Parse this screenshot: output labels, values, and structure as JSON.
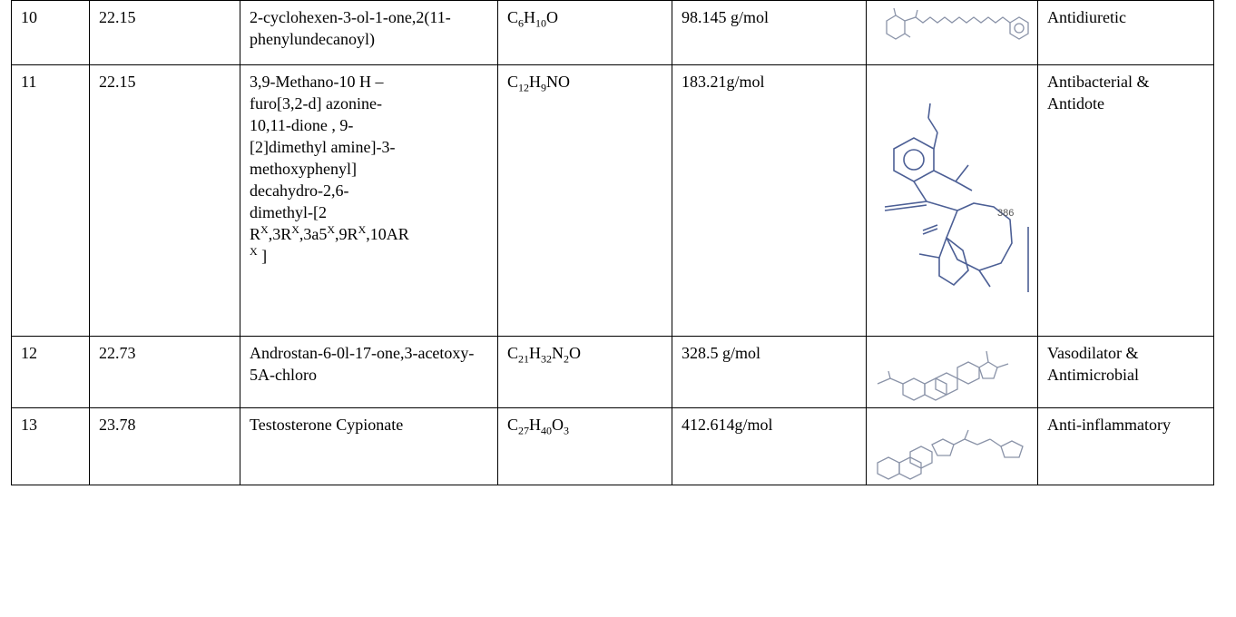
{
  "rows": [
    {
      "no": "10",
      "rt": "22.15",
      "name": "2-cyclohexen-3-ol-1-one,2(11-phenylundecanoyl)",
      "formula": [
        {
          "t": "C"
        },
        {
          "t": "6",
          "sub": true
        },
        {
          "t": "H"
        },
        {
          "t": "10",
          "sub": true
        },
        {
          "t": "O"
        }
      ],
      "mw": "98.145 g/mol",
      "activity": "Antidiuretic"
    },
    {
      "no": "11",
      "rt": "22.15",
      "name_lines": [
        "3,9-Methano-10 H –",
        "furo[3,2-d] azonine-",
        "10,11-dione , 9-",
        "[2]dimethyl amine]-3-",
        "methoxyphenyl]",
        "decahydro-2,6-",
        "dimethyl-[2"
      ],
      "name_stereo": [
        {
          "t": "R"
        },
        {
          "t": "X",
          "sup": true
        },
        {
          "t": ",3R"
        },
        {
          "t": "X",
          "sup": true
        },
        {
          "t": ",3a5"
        },
        {
          "t": "X",
          "sup": true
        },
        {
          "t": ",9R"
        },
        {
          "t": "X",
          "sup": true
        },
        {
          "t": ",10AR"
        }
      ],
      "name_tail": [
        {
          "t": "X",
          "sup": true
        },
        {
          "t": " ]"
        }
      ],
      "formula": [
        {
          "t": "C"
        },
        {
          "t": "12",
          "sub": true
        },
        {
          "t": "H"
        },
        {
          "t": "9",
          "sub": true
        },
        {
          "t": "NO"
        }
      ],
      "mw": "183.21g/mol",
      "structure_label": "386",
      "activity": "Antibacterial & Antidote"
    },
    {
      "no": "12",
      "rt": "22.73",
      "name": "Androstan-6-0l-17-one,3-acetoxy-5A-chloro",
      "formula": [
        {
          "t": "C"
        },
        {
          "t": "21",
          "sub": true
        },
        {
          "t": "H"
        },
        {
          "t": "32",
          "sub": true
        },
        {
          "t": "N"
        },
        {
          "t": "2",
          "sub": true
        },
        {
          "t": "O"
        }
      ],
      "mw": "328.5 g/mol",
      "activity": "Vasodilator & Antimicrobial"
    },
    {
      "no": "13",
      "rt": "23.78",
      "name": "Testosterone Cypionate",
      "formula": [
        {
          "t": "C"
        },
        {
          "t": "27",
          "sub": true
        },
        {
          "t": "H"
        },
        {
          "t": "40",
          "sub": true
        },
        {
          "t": "O"
        },
        {
          "t": "3",
          "sub": true
        }
      ],
      "mw": "412.614g/mol",
      "activity": "Anti-inflammatory"
    }
  ]
}
